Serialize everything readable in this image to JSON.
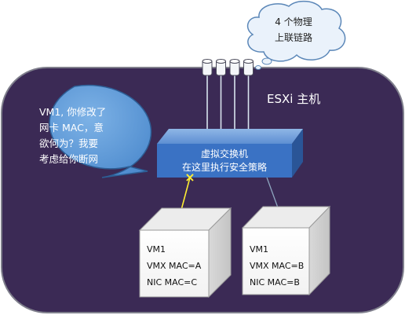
{
  "host": {
    "label": "ESXi 主机",
    "fill": "#3b2a55",
    "border": "#7f7f8c"
  },
  "cloud": {
    "lines": [
      "4 个物理",
      "上联链路"
    ],
    "fill": "#eaf2fb",
    "border": "#5b87b8"
  },
  "uplink_count": 4,
  "callout": {
    "lines": [
      "VM1, 你修改了",
      "网卡 MAC，意",
      "欲何为？我要",
      "考虑给你断网"
    ],
    "fill": "#5c9ad8",
    "border": "#2d5f96"
  },
  "vswitch": {
    "lines": [
      "虚拟交换机",
      "在这里执行安全策略"
    ],
    "fill": "#3a72c4",
    "side": "#2a5597"
  },
  "marker": {
    "glyph": "×",
    "color": "#ffee33"
  },
  "vms": [
    {
      "lines": [
        "VM1",
        "VMX MAC=A",
        "NIC MAC=C"
      ],
      "link_color": "#ffee33"
    },
    {
      "lines": [
        "VM1",
        "VMX MAC=B",
        "NIC MAC=B"
      ],
      "link_color": "#8ea6bf"
    }
  ]
}
